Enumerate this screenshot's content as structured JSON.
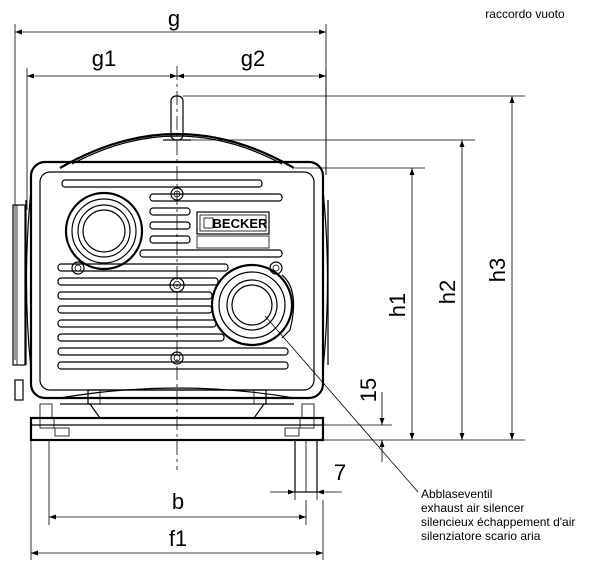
{
  "corner_label": "raccordo vuoto",
  "brand": "BECKER",
  "dimensions": {
    "g": "g",
    "g1": "g1",
    "g2": "g2",
    "h1": "h1",
    "h2": "h2",
    "h3": "h3",
    "d15": "15",
    "d7": "7",
    "b": "b",
    "f1": "f1"
  },
  "callout": {
    "line1": "Abblaseventil",
    "line2": "exhaust air silencer",
    "line3": "silencieux échappement d'air",
    "line4": "silenziatore scario aria"
  }
}
